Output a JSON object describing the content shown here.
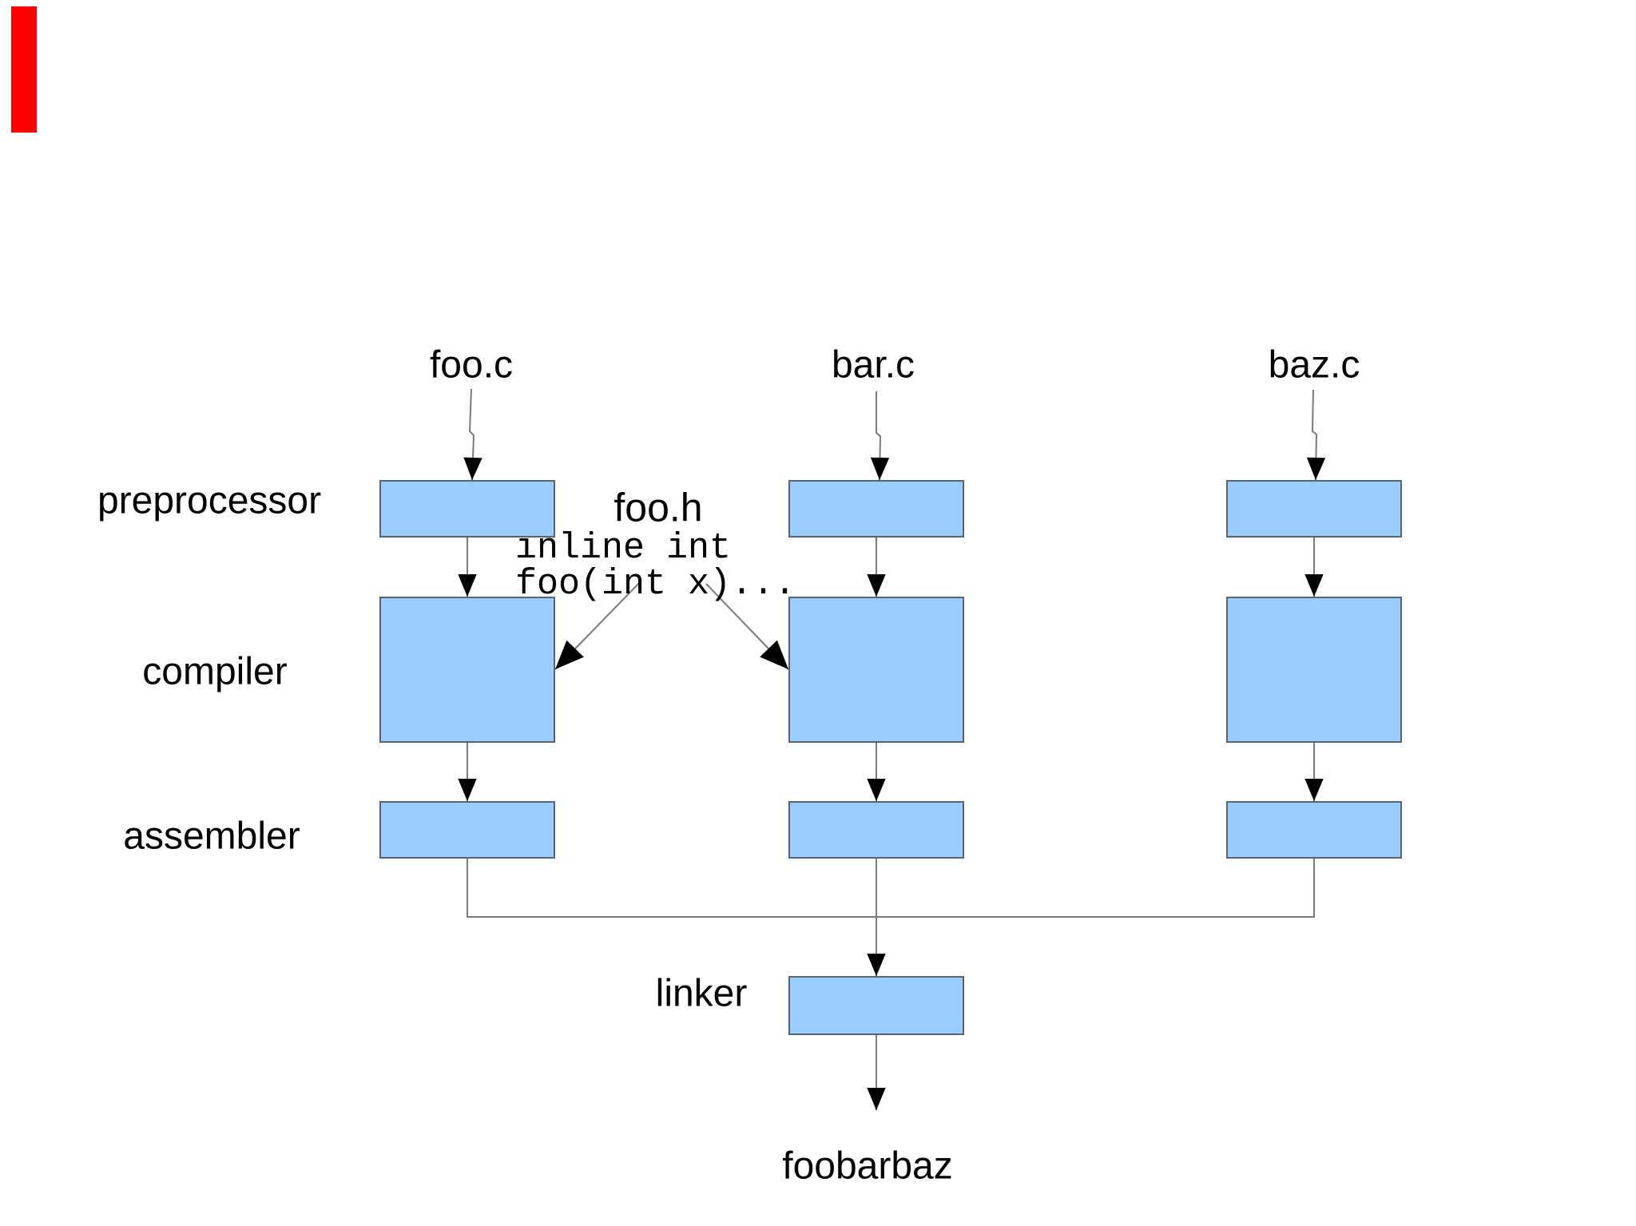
{
  "diagram": {
    "sources": [
      {
        "label": "foo.c"
      },
      {
        "label": "bar.c"
      },
      {
        "label": "baz.c"
      }
    ],
    "stages": [
      {
        "label": "preprocessor"
      },
      {
        "label": "compiler"
      },
      {
        "label": "assembler"
      },
      {
        "label": "linker"
      }
    ],
    "annotation": {
      "header": "foo.h",
      "code_line1": "inline int",
      "code_line2": "foo(int x)..."
    },
    "output": {
      "label": "foobarbaz"
    }
  },
  "colors": {
    "box_fill": "#99ccff",
    "box_border": "#5a646e",
    "line_color": "#7a7a7a",
    "arrow_color": "#000000",
    "text_color": "#000000",
    "red_marker": "#ff0000",
    "bg": "#ffffff"
  }
}
